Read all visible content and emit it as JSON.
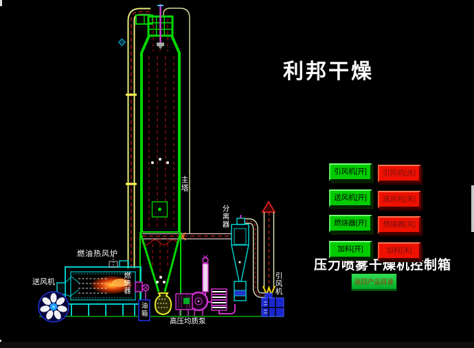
{
  "title": "利邦干燥",
  "control_panel": {
    "heading": "压力喷雾干燥机控制箱",
    "buttons": [
      {
        "label": "引风机[开]",
        "state": "on"
      },
      {
        "label": "引风机[关]",
        "state": "off"
      },
      {
        "label": "送风机[开]",
        "state": "on"
      },
      {
        "label": "送风机[关]",
        "state": "off"
      },
      {
        "label": "燃烧器[开]",
        "state": "on"
      },
      {
        "label": "燃烧器[关]",
        "state": "off"
      },
      {
        "label": "加料[开]",
        "state": "on"
      },
      {
        "label": "加料[关]",
        "state": "off"
      }
    ],
    "return_button_label": "返回产品目录"
  },
  "diagram_labels": {
    "furnace": "燃油热风炉",
    "supply_fan": "送风机",
    "main_tower": "主塔",
    "separator": "分离器",
    "induced_fan": "引风机",
    "burner": "燃烧器",
    "oil_tank": "油箱",
    "pump": "高压均质泵"
  },
  "colors": {
    "background": "#000000",
    "tower_green": "#00d800",
    "pipe_yellow": "#ecec7c",
    "equipment_cyan": "#00cccc",
    "pump_magenta": "#cc33cc",
    "fan_blue": "#1a27cc",
    "dashed_red": "#8d0f0f",
    "button_on_green": "#00cc00",
    "button_off_red": "#ee1100",
    "label_white": "#ffffff"
  }
}
